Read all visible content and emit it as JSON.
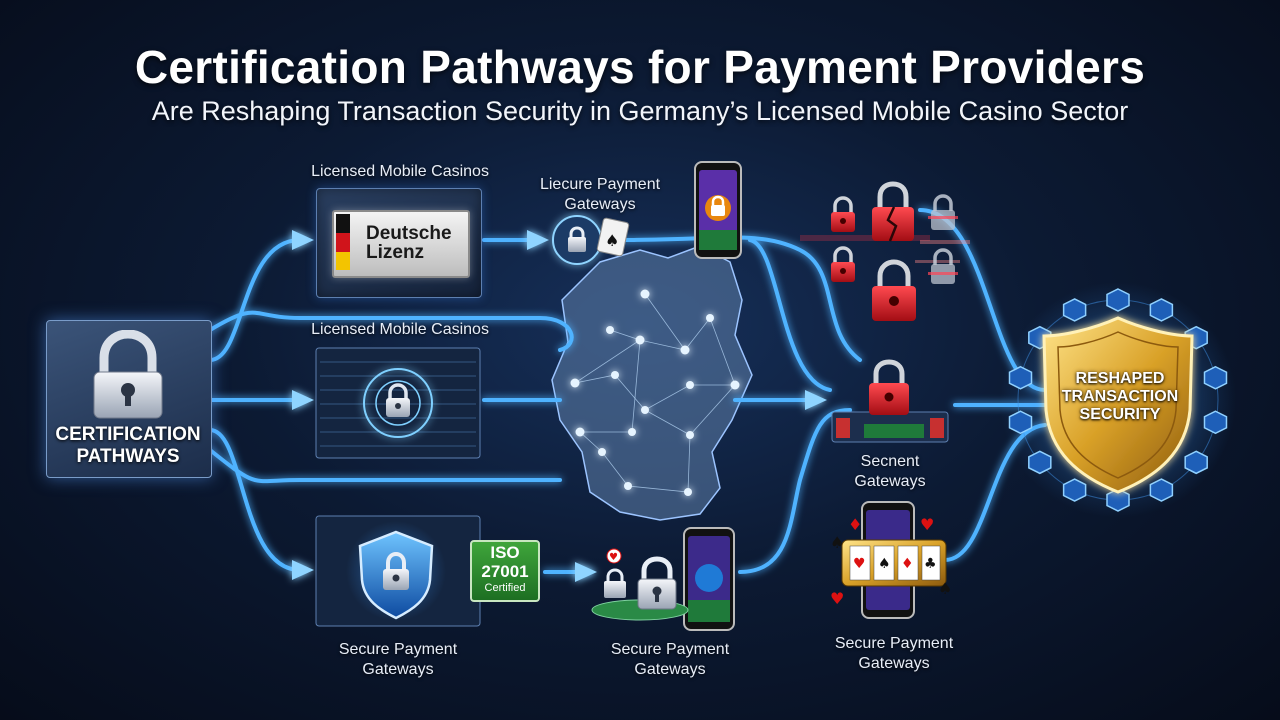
{
  "header": {
    "title": "Certification Pathways for Payment Providers",
    "subtitle": "Are Reshaping Transaction Security in Germany’s Licensed Mobile Casino Sector"
  },
  "nodes": {
    "certification": "CERTIFICATION\nPATHWAYS",
    "licensed_top": "Licensed Mobile Casinos",
    "licensed_mid": "Licensed Mobile Casinos",
    "deutsche_lizenz": "Deutsche\nLizenz",
    "liecure_gateways": "Liecure Payment\nGateways",
    "secure_gateways_left": "Secure Payment\nGateways",
    "secure_gateways_center": "Secure Payment\nGateways",
    "secnent_gateways": "Secnent\nGateways",
    "secure_gateways_right": "Secure Payment\nGateways",
    "iso": {
      "line1": "ISO",
      "line2": "27001",
      "line3": "Certified"
    },
    "reshaped": "RESHAPED\nTRANSACTION\nSECURITY"
  },
  "colors": {
    "flow_blue": "#4fb3ff",
    "lock_red": "#e0222b",
    "shield_gold": "#e9b73a",
    "iso_green": "#2e8b34",
    "cube_blue": "#3d8fe6"
  }
}
